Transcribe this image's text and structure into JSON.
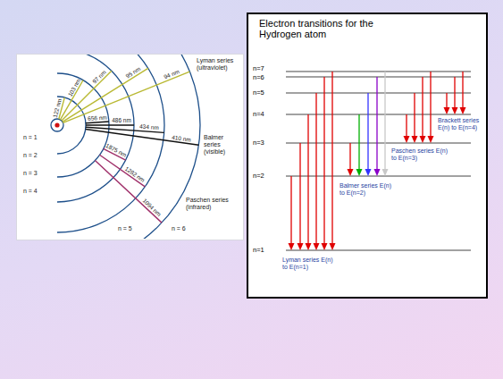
{
  "diagram": {
    "title": "Electron transitions for the Hydrogen atom",
    "labels": [
      "Lyman series (ultraviolet)",
      "Balmer series (visible)",
      "Paschen series (infrared)",
      "122 nm",
      "103 nm",
      "97 nm",
      "95 nm",
      "94 nm",
      "656 nm",
      "486 nm",
      "434 nm",
      "410 nm",
      "1875 nm",
      "1282 nm",
      "1094 nm",
      "n = 1",
      "n = 2",
      "n = 3",
      "n = 4",
      "n = 5",
      "n = 6",
      "n=7",
      "n=6",
      "n=5",
      "n=4",
      "n=3",
      "n=2",
      "n=1",
      "Lyman series E(n) to E(n=1)",
      "Balmer series E(n) to E(n=2)",
      "Paschen series E(n) to E(n=3)",
      "Brackett series E(n) to E(n=4)"
    ]
  }
}
